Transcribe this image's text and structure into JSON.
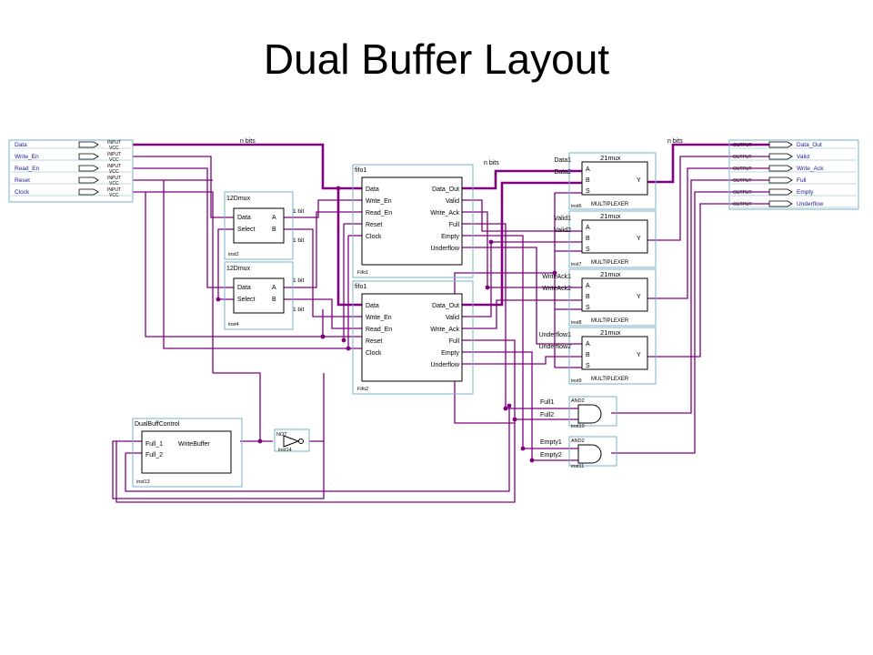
{
  "title": "Dual Buffer Layout",
  "colors": {
    "wire": "#800080",
    "box": "#7ab0c8",
    "block": "#000000",
    "text": "#000000",
    "label_text": "#1a1aa0"
  },
  "pin_kind_input": "INPUT",
  "pin_kind_output": "OUTPUT",
  "vcc": "VCC",
  "input_pins": [
    "Data",
    "Write_En",
    "Read_En",
    "Reset",
    "Clock"
  ],
  "output_pins": [
    "Data_Out",
    "Valid",
    "Write_Ack",
    "Full",
    "Empty",
    "Underflow"
  ],
  "bus_labels": {
    "in": "n bits",
    "fifo": "n bits",
    "out": "n bits"
  },
  "demux": {
    "name": "12Dmux",
    "ports_left": [
      "Data",
      "Select"
    ],
    "ports_right": [
      "A",
      "B"
    ],
    "wire_labels": [
      "1 bit",
      "1 bit",
      "1 bit",
      "1 bit"
    ],
    "instances": [
      "inst2",
      "inst4"
    ]
  },
  "fifo": {
    "name": "fifo1",
    "inputs": [
      "Data",
      "Write_En",
      "Read_En",
      "Reset",
      "Clock"
    ],
    "outputs": [
      "Data_Out",
      "Valid",
      "Write_Ack",
      "Full",
      "Empty",
      "Underflow"
    ],
    "instances": [
      "Fifo1",
      "Fifo2"
    ]
  },
  "mux": {
    "name": "21mux",
    "ports": [
      "A",
      "B",
      "S"
    ],
    "out": "Y",
    "type": "MULTIPLEXER",
    "instances": [
      "inst6",
      "inst7",
      "inst8",
      "inst9"
    ],
    "input_labels": [
      [
        "Data1",
        "Data2"
      ],
      [
        "Valid1",
        "Valid2"
      ],
      [
        "WriteAck1",
        "WriteAck2"
      ],
      [
        "Underflow1",
        "Underflow2"
      ]
    ]
  },
  "and_gates": {
    "name": "AND2",
    "instances": [
      "inst10",
      "inst11"
    ],
    "input_labels": [
      [
        "Full1",
        "Full2"
      ],
      [
        "Empty1",
        "Empty2"
      ]
    ]
  },
  "not_gate": {
    "name": "NOT",
    "instance": "inst14"
  },
  "control": {
    "name": "DualBuffControl",
    "inputs": [
      "Full_1",
      "Full_2"
    ],
    "output": "WriteBuffer",
    "instance": "inst13"
  }
}
